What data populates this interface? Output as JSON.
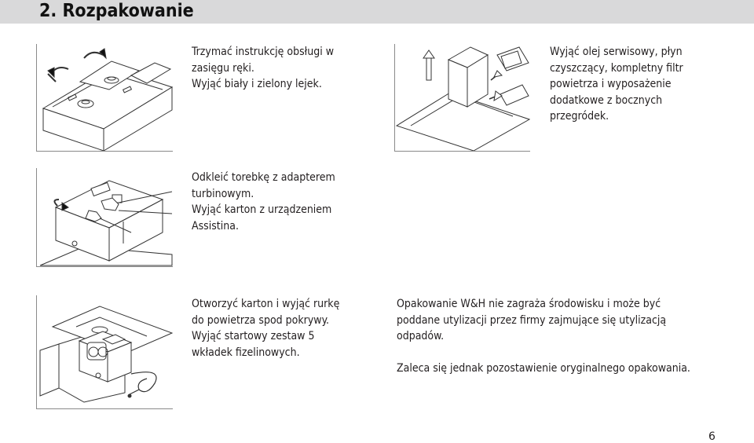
{
  "header": {
    "title": "2. Rozpakowanie"
  },
  "steps": {
    "step1": {
      "lines": [
        "Trzymać instrukcję obsługi w",
        "zasięgu ręki.",
        "Wyjąć biały i zielony lejek."
      ]
    },
    "step2": {
      "lines": [
        "Wyjąć olej serwisowy, płyn",
        "czyszczący, kompletny filtr",
        "powietrza i wyposażenie",
        "dodatkowe z bocznych",
        "przegródek."
      ]
    },
    "step3": {
      "lines": [
        "Odkleić torebkę z adapterem",
        "turbinowym.",
        "Wyjąć karton z urządzeniem",
        "Assistina."
      ]
    },
    "step4": {
      "lines": [
        "Otworzyć karton i wyjąć rurkę",
        "do powietrza spod pokrywy.",
        "Wyjąć startowy zestaw 5",
        "wkładek fizelinowych."
      ]
    }
  },
  "note": {
    "lines": [
      "Opakowanie W&H nie zagraża środowisku i może być",
      "poddane utylizacji przez firmy zajmujące się utylizacją",
      "odpadów."
    ],
    "recommendation": "Zaleca się jednak pozostawienie oryginalnego opakowania."
  },
  "page_number": "6"
}
